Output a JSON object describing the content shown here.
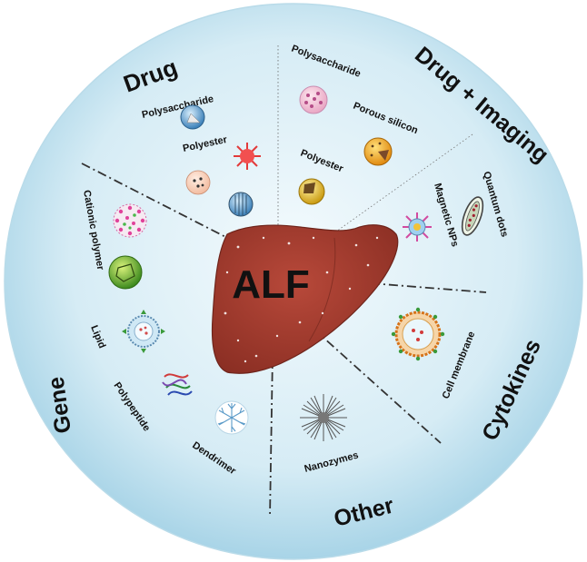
{
  "center": {
    "label": "ALF"
  },
  "sectors": {
    "drug": "Drug",
    "drug_imaging": "Drug + Imaging",
    "gene": "Gene",
    "cytokines": "Cytokines",
    "other": "Other"
  },
  "items": {
    "drug_polysaccharide": "Polysaccharide",
    "drug_polyester": "Polyester",
    "di_polysaccharide": "Polysaccharide",
    "di_porous_silicon": "Porous silicon",
    "di_polyester": "Polyester",
    "di_quantum_dots": "Quantum dots",
    "di_magnetic_nps": "Magnetic NPs",
    "gene_cationic_polymer": "Cationic polymer",
    "gene_lipid": "Lipid",
    "gene_polypeptide": "Polypeptide",
    "gene_dendrimer": "Dendrimer",
    "cyt_cell_membrane": "Cell membrane",
    "other_nanozymes": "Nanozymes"
  },
  "colors": {
    "disc_center": "#e9f5fa",
    "disc_edge": "#a6d3e6",
    "liver": "#a33b2e",
    "liver_dark": "#7a2a20"
  }
}
